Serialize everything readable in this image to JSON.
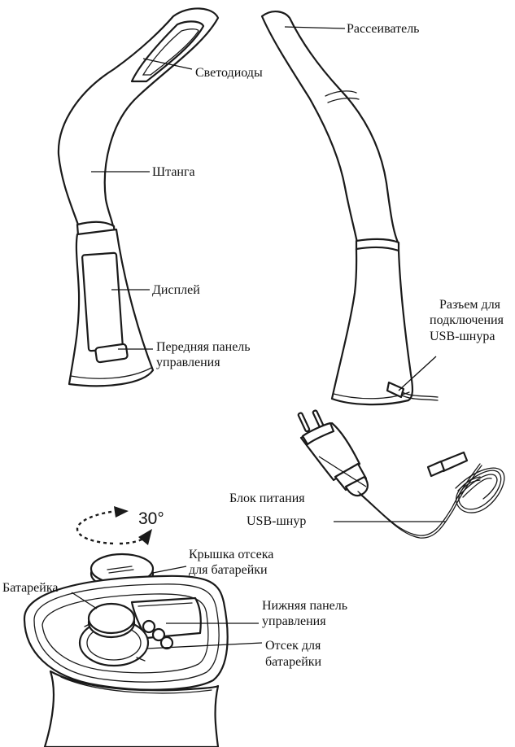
{
  "labels": {
    "leds": "Светодиоды",
    "diffuser": "Рассеиватель",
    "arm": "Штанга",
    "display": "Дисплей",
    "front_panel_1": "Передняя панель",
    "front_panel_2": "управления",
    "usb_port_1": "Разъем для",
    "usb_port_2": "подключения",
    "usb_port_3": "USB-шнура",
    "power_unit": "Блок питания",
    "usb_cord": "USB-шнур",
    "rotation": "30°",
    "battery_cover_1": "Крышка отсека",
    "battery_cover_2": "для батарейки",
    "battery": "Батарейка",
    "bottom_panel_1": "Нижняя панель",
    "bottom_panel_2": "управления",
    "battery_compartment_1": "Отсек для",
    "battery_compartment_2": "батарейки"
  },
  "colors": {
    "line": "#1a1a1a",
    "background": "#ffffff"
  }
}
